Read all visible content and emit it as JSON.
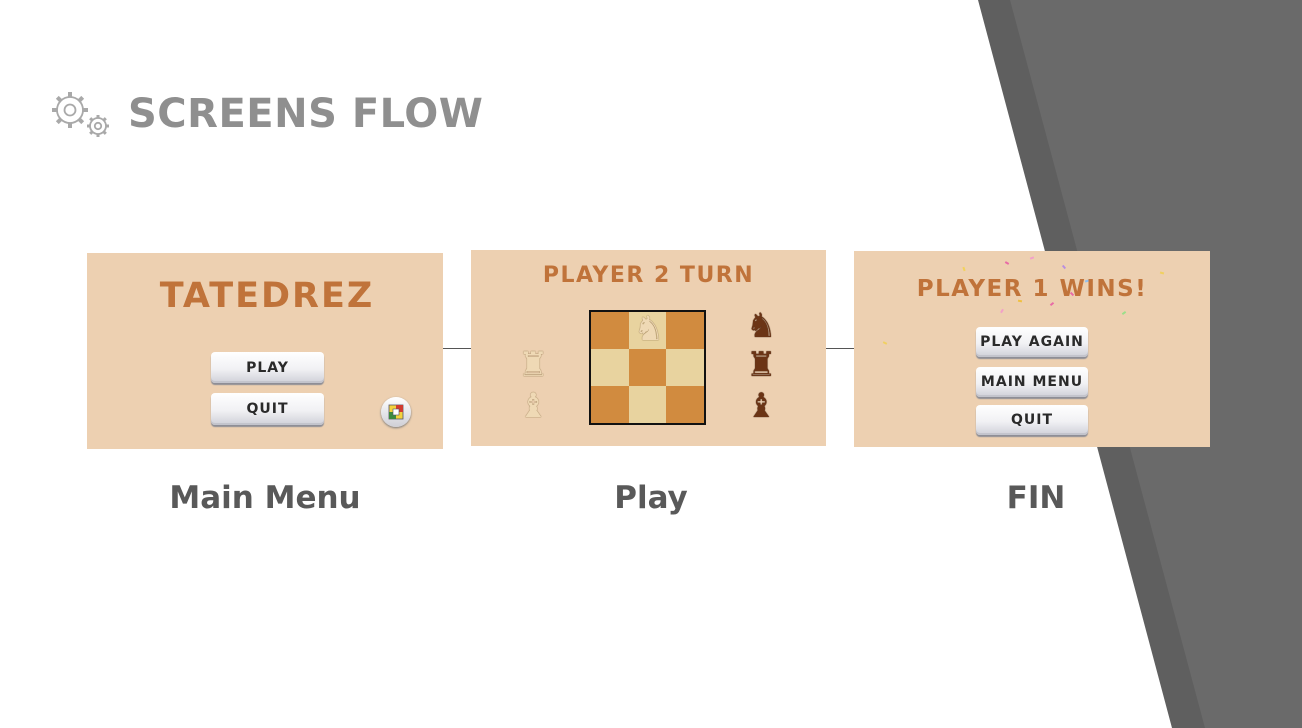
{
  "slide": {
    "title": "SCREENS FLOW",
    "title_icon": "gears-icon",
    "colors": {
      "title": "#8f8f8f",
      "panel_bg": "#edd0b1",
      "game_title": "#c0733a",
      "caption": "#595959",
      "dark_shape": "#666666"
    }
  },
  "screens": {
    "main_menu": {
      "game_title": "TATEDREZ",
      "buttons": {
        "play": "PLAY",
        "quit": "QUIT"
      },
      "language_icon": "flag-icon",
      "caption": "Main Menu"
    },
    "play": {
      "turn_label": "PLAYER 2 TURN",
      "caption": "Play",
      "board": {
        "cells": [
          [
            "dark",
            "light",
            "dark"
          ],
          [
            "light",
            "dark",
            "light"
          ],
          [
            "dark",
            "light",
            "dark"
          ]
        ],
        "placed": [
          {
            "row": 0,
            "col": 1,
            "piece": "knight",
            "color": "white",
            "glyph": "♞"
          }
        ]
      },
      "white_side_pieces": [
        {
          "piece": "rook",
          "glyph": "♜"
        },
        {
          "piece": "bishop",
          "glyph": "♝"
        }
      ],
      "black_side_pieces": [
        {
          "piece": "knight",
          "glyph": "♞"
        },
        {
          "piece": "rook",
          "glyph": "♜"
        },
        {
          "piece": "bishop",
          "glyph": "♝"
        }
      ]
    },
    "fin": {
      "winner_label": "PLAYER 1 WINS!",
      "buttons": {
        "play_again": "PLAY AGAIN",
        "main_menu": "MAIN MENU",
        "quit": "QUIT"
      },
      "caption": "FIN"
    }
  }
}
